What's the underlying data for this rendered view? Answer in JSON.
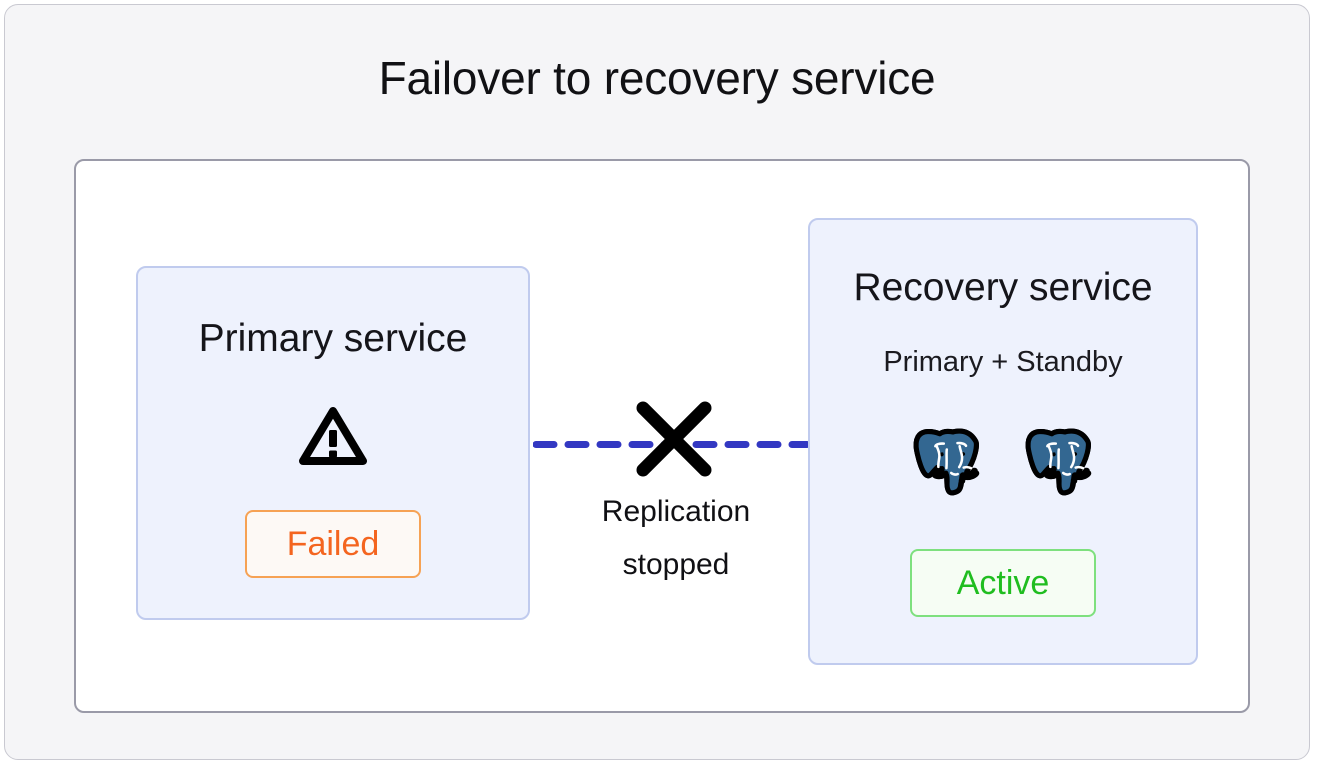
{
  "diagram": {
    "title": "Failover to recovery service",
    "colors": {
      "page_bg": "#f5f5f7",
      "panel_bg": "#ffffff",
      "panel_border": "#9a9aa8",
      "card_bg": "#eef2fd",
      "card_border": "#c0cbee",
      "link_dash": "#3338c2",
      "cross": "#000000",
      "failed_text": "#f4651f",
      "failed_border": "#f6a254",
      "active_text": "#20bd20",
      "active_border": "#7ee07e",
      "postgres_blue": "#336791"
    }
  },
  "primary_service": {
    "title": "Primary service",
    "icon": "warning-triangle-icon",
    "status": "Failed"
  },
  "recovery_service": {
    "title": "Recovery service",
    "subtitle": "Primary + Standby",
    "nodes": [
      {
        "icon": "postgresql-elephant-icon"
      },
      {
        "icon": "postgresql-elephant-icon"
      }
    ],
    "status": "Active"
  },
  "replication_link": {
    "state_icon": "cross-icon",
    "label_line1": "Replication",
    "label_line2": "stopped",
    "style": "dashed"
  }
}
